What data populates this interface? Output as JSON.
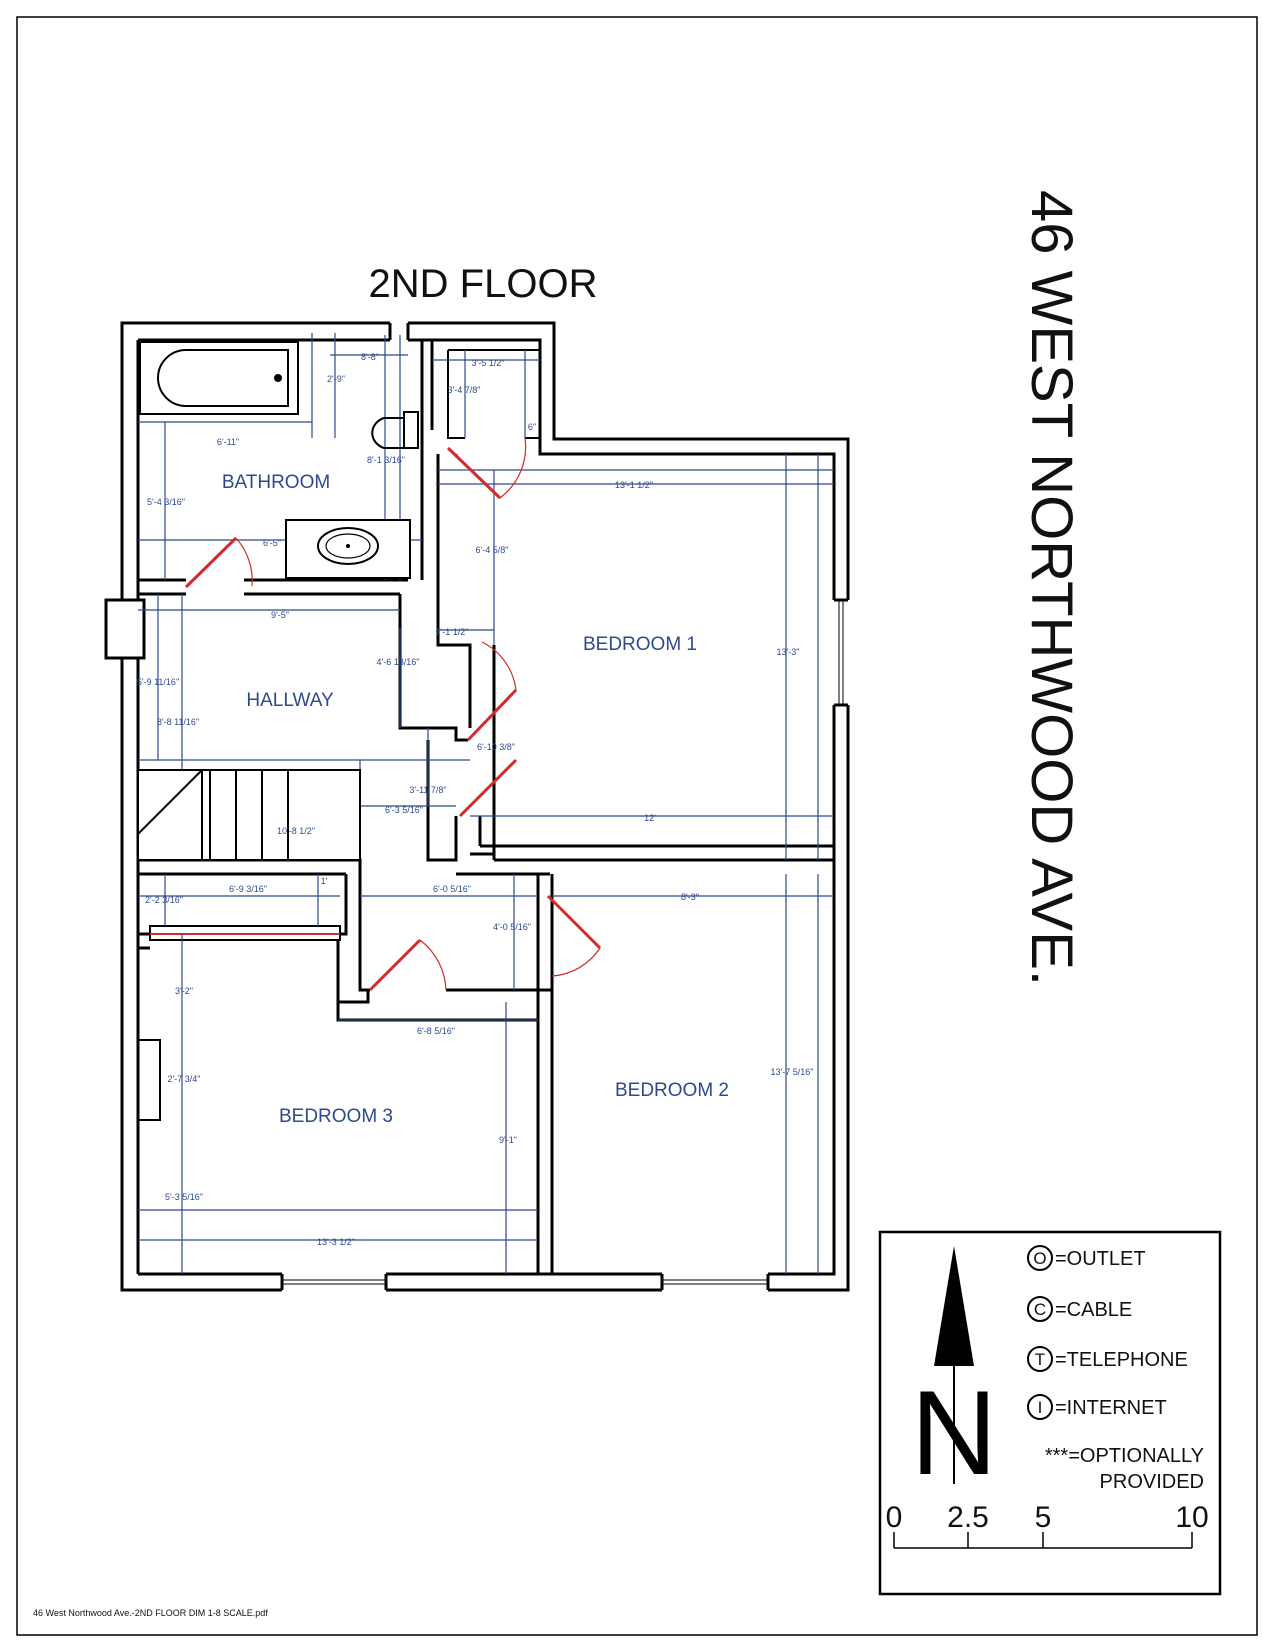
{
  "title": "2ND FLOOR",
  "address": "46 WEST NORTHWOOD AVE.",
  "rooms": {
    "bathroom": "BATHROOM",
    "hallway": "HALLWAY",
    "bedroom1": "BEDROOM 1",
    "bedroom2": "BEDROOM 2",
    "bedroom3": "BEDROOM 3"
  },
  "dimensions": {
    "d_bath_top": "8'-8\"",
    "d_tub_h": "2'-9\"",
    "d_bath_w": "6'-11\"",
    "d_bath_h": "5'-4 3/16\"",
    "d_toilet": "8'-1 3/16\"",
    "d_vanity": "6'-5\"",
    "d_closet_top": "3'-5 1/2\"",
    "d_closet_h": "3'-4 7/8\"",
    "d_closet_s": "6\"",
    "d_bed1_w": "13'-1 1/2\"",
    "d_bed1_side": "6'-4 5/8\"",
    "d_bed1_nook": "1'-1 1/2\"",
    "d_bed1_h": "13'-3\"",
    "d_bed1_bottom": "12'",
    "d_hall_w": "9'-5\"",
    "d_hall_closet": "4'-6 13/16\"",
    "d_hall_h": "5'-9 11/16\"",
    "d_hall_h2": "8'-8 11/16\"",
    "d_hall_door": "6'-10 3/8\"",
    "d_hall_small": "3'-11 7/8\"",
    "d_hall_landing": "6'-3 5/16\"",
    "d_stairs": "10'-8 1/2\"",
    "d_b3_closet_w": "6'-9 3/16\"",
    "d_b3_closet_s": "1'",
    "d_b3_closet_h": "2'-2 3/16\"",
    "d_mid_w": "6'-0 5/16\"",
    "d_mid_h": "4'-0 5/16\"",
    "d_b2_w": "8'-3\"",
    "d_b2_h": "13'-7 5/16\"",
    "d_b3_a": "3'-2\"",
    "d_b3_b": "2'-7 3/4\"",
    "d_b3_c": "5'-3 5/16\"",
    "d_b3_top": "6'-8 5/16\"",
    "d_b3_right": "9'-1\"",
    "d_b3_w": "13'-3 1/2\""
  },
  "legend": {
    "outlet_sym": "O",
    "outlet_label": "=OUTLET",
    "cable_sym": "C",
    "cable_label": "=CABLE",
    "telephone_sym": "T",
    "telephone_label": "=TELEPHONE",
    "internet_sym": "I",
    "internet_label": "=INTERNET",
    "optional_line1": "***=OPTIONALLY",
    "optional_line2": "PROVIDED",
    "north": "N"
  },
  "scale_bar": {
    "ticks": [
      "0",
      "2.5",
      "5",
      "10"
    ]
  },
  "footer": "46 West Northwood Ave.-2ND FLOOR DIM 1-8 SCALE.pdf",
  "colors": {
    "wall": "#000000",
    "dimension": "#2e4a8c",
    "door": "#d42a2a"
  }
}
